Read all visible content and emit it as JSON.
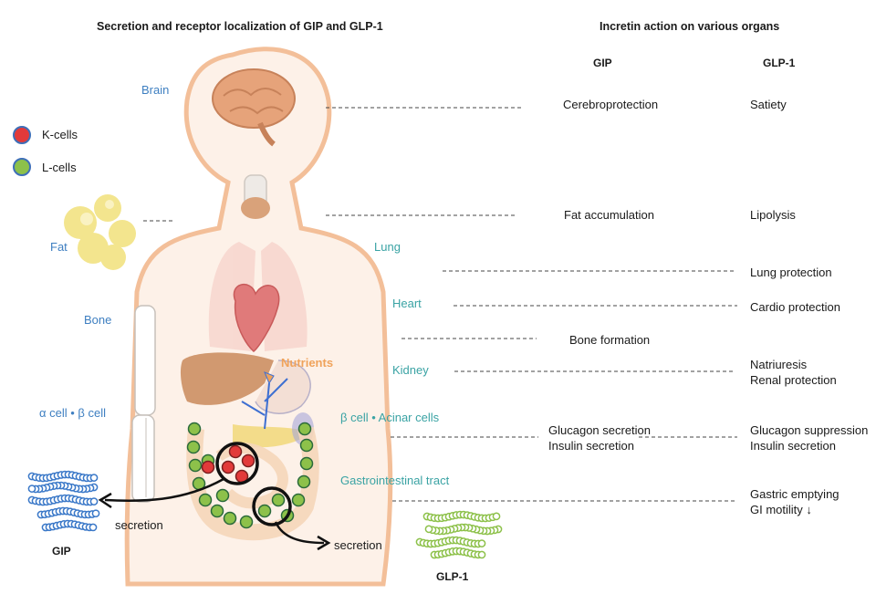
{
  "titles": {
    "left": "Secretion and receptor localization of GIP and GLP-1",
    "right": "Incretin action on various organs"
  },
  "columns": {
    "gip": "GIP",
    "glp1": "GLP-1"
  },
  "legend": {
    "k_cells": {
      "label": "K-cells",
      "color": "#e23a3a"
    },
    "l_cells": {
      "label": "L-cells",
      "color": "#8dc14a"
    }
  },
  "organs": {
    "brain": "Brain",
    "fat": "Fat",
    "lung": "Lung",
    "bone": "Bone",
    "heart": "Heart",
    "kidney": "Kidney",
    "alpha_beta": "α cell • β cell",
    "beta_acinar": "β cell • Acinar cells",
    "gi_tract": "Gastrointestinal tract"
  },
  "nutrients": "Nutrients",
  "secretion": {
    "gip": "secretion",
    "glp1": "secretion"
  },
  "peptides": {
    "gip": "GIP",
    "glp1": "GLP-1"
  },
  "actions": {
    "brain": {
      "gip": "Cerebroprotection",
      "glp1": "Satiety"
    },
    "fat": {
      "gip": "Fat accumulation",
      "glp1": "Lipolysis"
    },
    "lung": {
      "glp1": "Lung protection"
    },
    "heart": {
      "glp1": "Cardio protection"
    },
    "bone": {
      "shared": "Bone formation"
    },
    "kidney": {
      "glp1_line1": "Natriuresis",
      "glp1_line2": "Renal protection"
    },
    "pancreas": {
      "gip_line1": "Glucagon secretion",
      "gip_line2": "Insulin secretion",
      "glp1_line1": "Glucagon suppression",
      "glp1_line2": "Insulin secretion"
    },
    "gi": {
      "glp1_line1": "Gastric emptying",
      "glp1_line2": "GI motility ↓"
    }
  },
  "colors": {
    "body_outline": "#f2b98f",
    "body_fill": "#fdf0e6",
    "organ_blue": "#3e7fc1",
    "organ_teal": "#3aa3a4",
    "brain": "#e6a37a",
    "heart": "#e07a7a",
    "liver": "#c98a5a",
    "fat": "#f3e58e",
    "gip_peptide": "#3a78c8",
    "glp1_peptide": "#8dc14a"
  }
}
